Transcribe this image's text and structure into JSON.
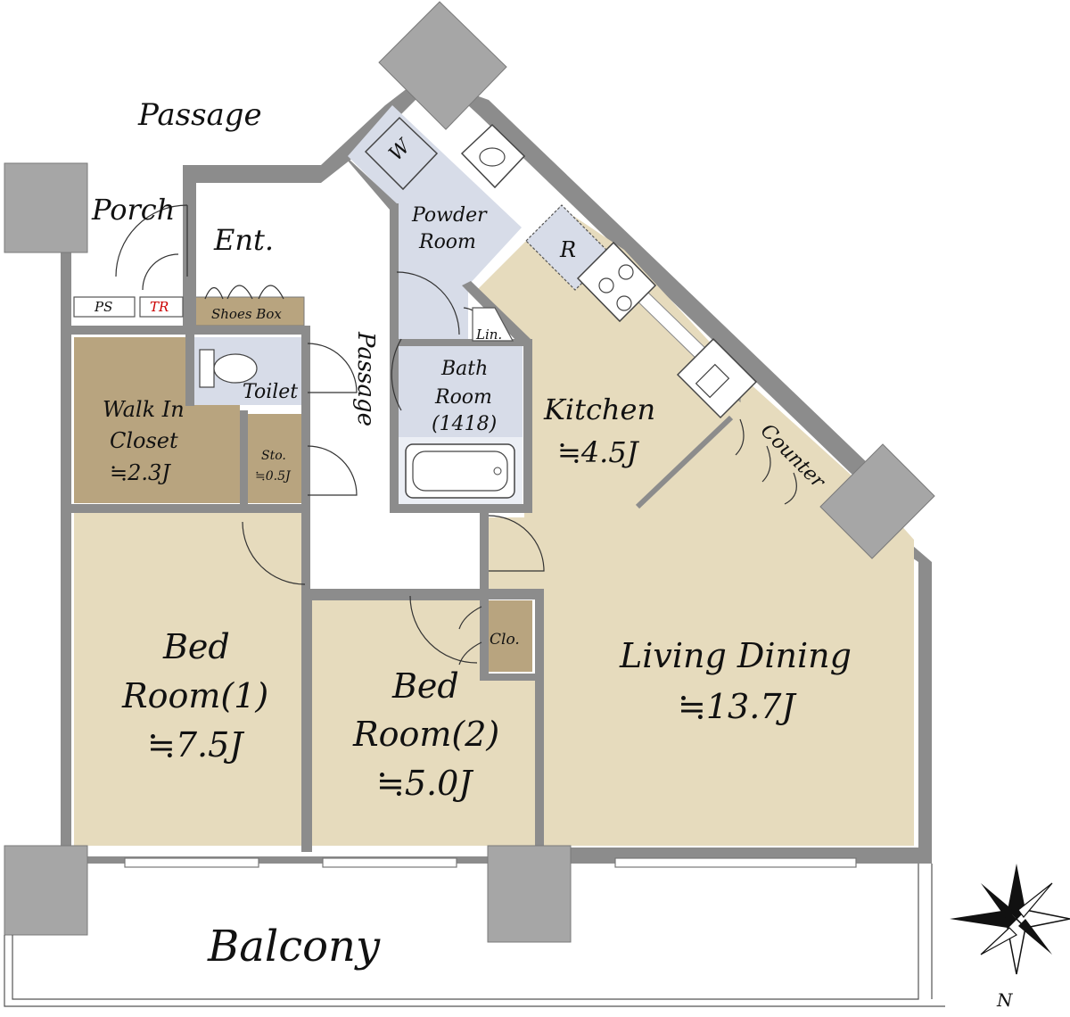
{
  "rooms": {
    "passage_top": "Passage",
    "porch": "Porch",
    "entrance": "Ent.",
    "ps": "PS",
    "tr": "TR",
    "shoes_box": "Shoes Box",
    "passage_inner": "Passage",
    "toilet": "Toilet",
    "wic_line1": "Walk In",
    "wic_line2": "Closet",
    "wic_size": "≒2.3J",
    "storage": "Sto.",
    "storage_size": "≒0.5J",
    "washer": "W",
    "powder_line1": "Powder",
    "powder_line2": "Room",
    "linen": "Lin.",
    "bath_line1": "Bath",
    "bath_line2": "Room",
    "bath_size": "(1418)",
    "refrigerator": "R",
    "kitchen": "Kitchen",
    "kitchen_size": "≒4.5J",
    "counter": "Counter",
    "closet": "Clo.",
    "living_line1": "Living Dining",
    "living_size": "≒13.7J",
    "bed1_line1": "Bed",
    "bed1_line2": "Room(1)",
    "bed1_size": "≒7.5J",
    "bed2_line1": "Bed",
    "bed2_line2": "Room(2)",
    "bed2_size": "≒5.0J",
    "balcony": "Balcony"
  },
  "compass": {
    "north_label": "N",
    "icon": "compass-rose-icon"
  },
  "colors": {
    "room_fill": "#e6dbbd",
    "storage_fill": "#b8a47f",
    "wet_area_fill": "#d7dce8",
    "wall": "#8c8c8c",
    "pillar": "#a6a6a6",
    "tr_text": "#cc0000"
  }
}
